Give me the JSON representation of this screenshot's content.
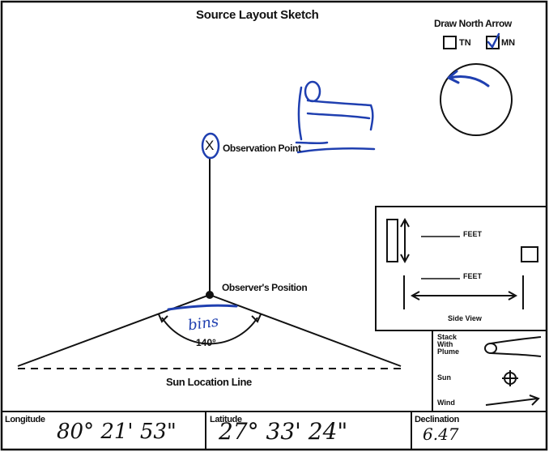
{
  "sheet": {
    "title": "Source Layout Sketch"
  },
  "north_arrow": {
    "title": "Draw North Arrow",
    "tn_label": "TN",
    "mn_label": "MN",
    "tn_checked": false,
    "mn_checked": true
  },
  "sketch": {
    "observation_point_label": "Observation Point",
    "observation_point_marker": "X",
    "observers_position_label": "Observer's Position",
    "angle_label": "140°",
    "handwritten_note": "bins",
    "sun_location_line_label": "Sun Location Line"
  },
  "side_view": {
    "feet_label_top": "FEET",
    "feet_label_bottom": "FEET",
    "caption": "Side View"
  },
  "legend": {
    "stack_label": "Stack With Plume",
    "sun_label": "Sun",
    "wind_label": "Wind"
  },
  "footer": {
    "longitude_label": "Longitude",
    "longitude_value": "80° 21' 53\"",
    "latitude_label": "Latitude",
    "latitude_value": "27° 33' 24\"",
    "declination_label": "Declination",
    "declination_value": "6.47"
  },
  "colors": {
    "ink": "#111111",
    "pen_blue": "#1f3fb0"
  }
}
